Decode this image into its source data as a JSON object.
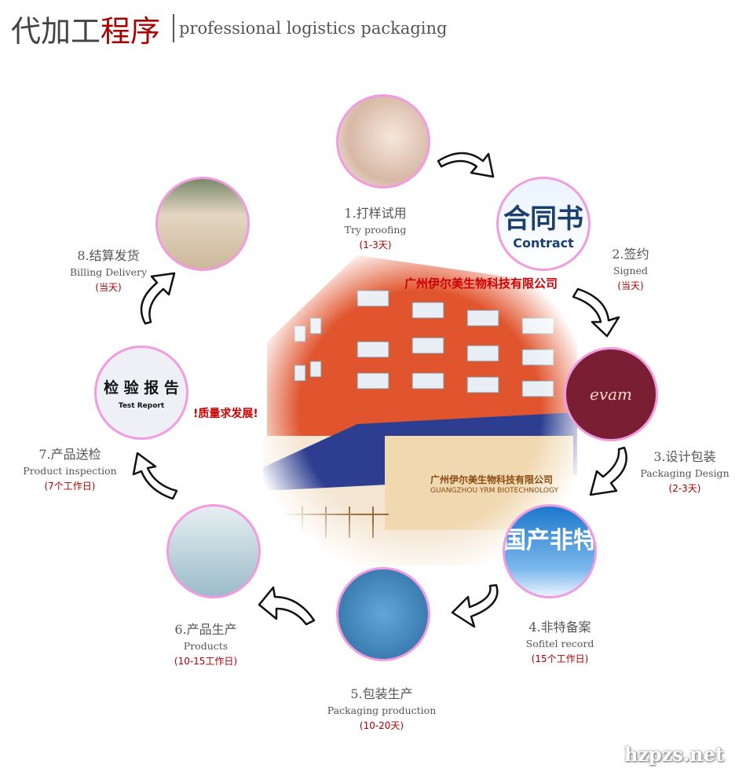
{
  "header": {
    "title_part1": "代加工",
    "title_part2": "程序",
    "subtitle": "professional logistics packaging"
  },
  "steps": [
    {
      "cn": "1.打样试用",
      "en": "Try proofing",
      "duration": "(1-3天)"
    },
    {
      "cn": "2.签约",
      "en": "Signed",
      "duration": "(当天)",
      "image_text_cn": "合同书",
      "image_text_en": "Contract"
    },
    {
      "cn": "3.设计包装",
      "en": "Packaging Design",
      "duration": "(2-3天)",
      "image_text": "evam"
    },
    {
      "cn": "4.非特备案",
      "en": "Sofitel record",
      "duration": "(15个工作日)",
      "image_text": "国产非特"
    },
    {
      "cn": "5.包装生产",
      "en": "Packaging production",
      "duration": "(10-20天)"
    },
    {
      "cn": "6.产品生产",
      "en": "Products",
      "duration": "(10-15工作日)"
    },
    {
      "cn": "7.产品送检",
      "en": "Product inspection",
      "duration": "(7个工作日)",
      "image_text_cn": "检 验 报 告",
      "image_text_en": "Test Report"
    },
    {
      "cn": "8.结算发货",
      "en": "Billing Delivery",
      "duration": "(当天)"
    }
  ],
  "building": {
    "sign1": "广州伊尔美生物科技有限公司",
    "sign2": "!质量求发展!",
    "sign3": "广州伊尔美生物科技有限公司",
    "sign4": "GUANGZHOU YRM BIOTECHNOLOGY"
  },
  "watermark": "hzpzs.net"
}
